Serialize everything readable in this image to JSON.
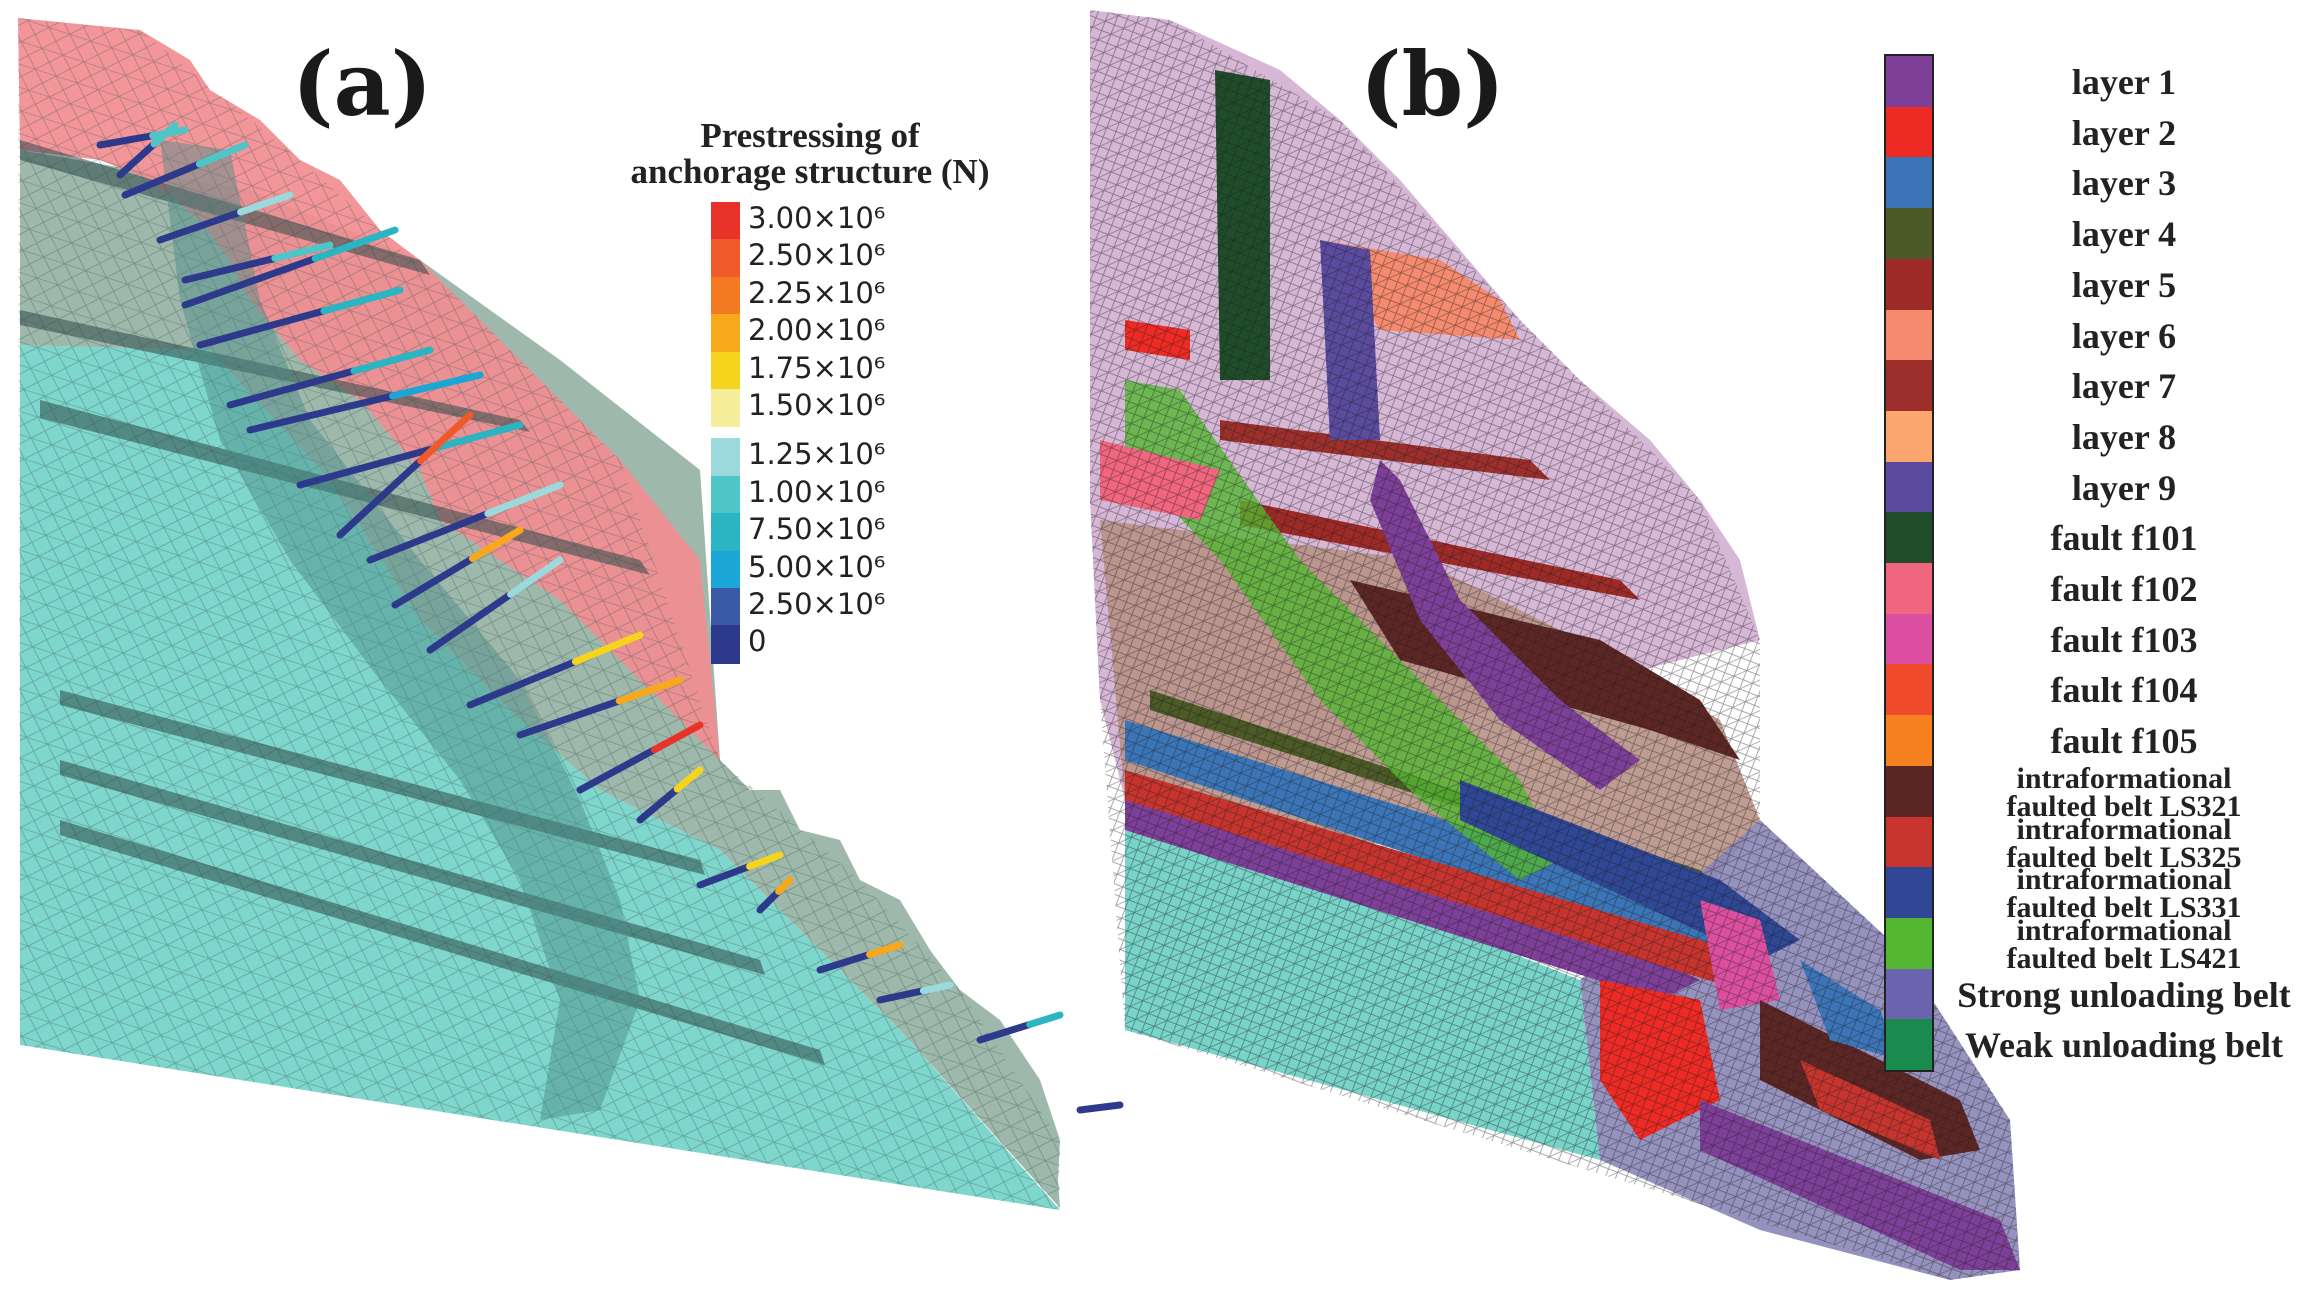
{
  "panel_a": {
    "label": "(a)",
    "legend": {
      "title_line1": "Prestressing of",
      "title_line2": "anchorage structure (N)",
      "entries": [
        {
          "label": "3.00×10⁶",
          "color": "#e8332b"
        },
        {
          "label": "2.50×10⁶",
          "color": "#ef5a2a"
        },
        {
          "label": "2.25×10⁶",
          "color": "#f47a21"
        },
        {
          "label": "2.00×10⁶",
          "color": "#f7a81b"
        },
        {
          "label": "1.75×10⁶",
          "color": "#f4d41c"
        },
        {
          "label": "1.50×10⁶",
          "color": "#f6ee9a"
        },
        {
          "label": "1.25×10⁶",
          "color": "#9bd9dd"
        },
        {
          "label": "1.00×10⁶",
          "color": "#4ec6c8"
        },
        {
          "label": "7.50×10⁶",
          "color": "#2bb4c2"
        },
        {
          "label": "5.00×10⁶",
          "color": "#1aa6d6"
        },
        {
          "label": "2.50×10⁶",
          "color": "#3a5aa6"
        },
        {
          "label": "0",
          "color": "#2d3a8c"
        }
      ]
    }
  },
  "panel_b": {
    "label": "(b)",
    "legend": {
      "entries": [
        {
          "label": "layer 1",
          "color": "#7d3f98"
        },
        {
          "label": "layer 2",
          "color": "#ee2a24"
        },
        {
          "label": "layer 3",
          "color": "#3b75b8"
        },
        {
          "label": "layer 4",
          "color": "#4b5a26"
        },
        {
          "label": "layer 5",
          "color": "#9e2a27"
        },
        {
          "label": "layer 6",
          "color": "#f58a6f"
        },
        {
          "label": "layer 7",
          "color": "#9c2f2b"
        },
        {
          "label": "layer 8",
          "color": "#fba56f"
        },
        {
          "label": "layer 9",
          "color": "#5a4b9f"
        },
        {
          "label": "fault f101",
          "color": "#1f4d2a"
        },
        {
          "label": "fault f102",
          "color": "#f2657e"
        },
        {
          "label": "fault f103",
          "color": "#dc4fa0"
        },
        {
          "label": "fault f104",
          "color": "#f04a2d"
        },
        {
          "label": "fault f105",
          "color": "#f7811f"
        },
        {
          "label": "intraformational faulted belt LS321",
          "line1": "intraformational",
          "line2": "faulted belt LS321",
          "color": "#5c2624"
        },
        {
          "label": "intraformational faulted belt LS325",
          "line1": "intraformational",
          "line2": "faulted belt LS325",
          "color": "#c7342e"
        },
        {
          "label": "intraformational faulted belt LS331",
          "line1": "intraformational",
          "line2": "faulted belt LS331",
          "color": "#2f4795"
        },
        {
          "label": "intraformational faulted belt LS421",
          "line1": "intraformational",
          "line2": "faulted belt LS421",
          "color": "#53b631"
        },
        {
          "label": "Strong unloading belt",
          "color": "#6b63ad"
        },
        {
          "label": "Weak unloading belt",
          "color": "#1b8a4f"
        }
      ]
    }
  },
  "colors": {
    "cyan_rock": "#69cfc3",
    "olive_rock": "#93b0a2",
    "pink_rock": "#f28d91",
    "mesh_line": "#2e4a48"
  }
}
